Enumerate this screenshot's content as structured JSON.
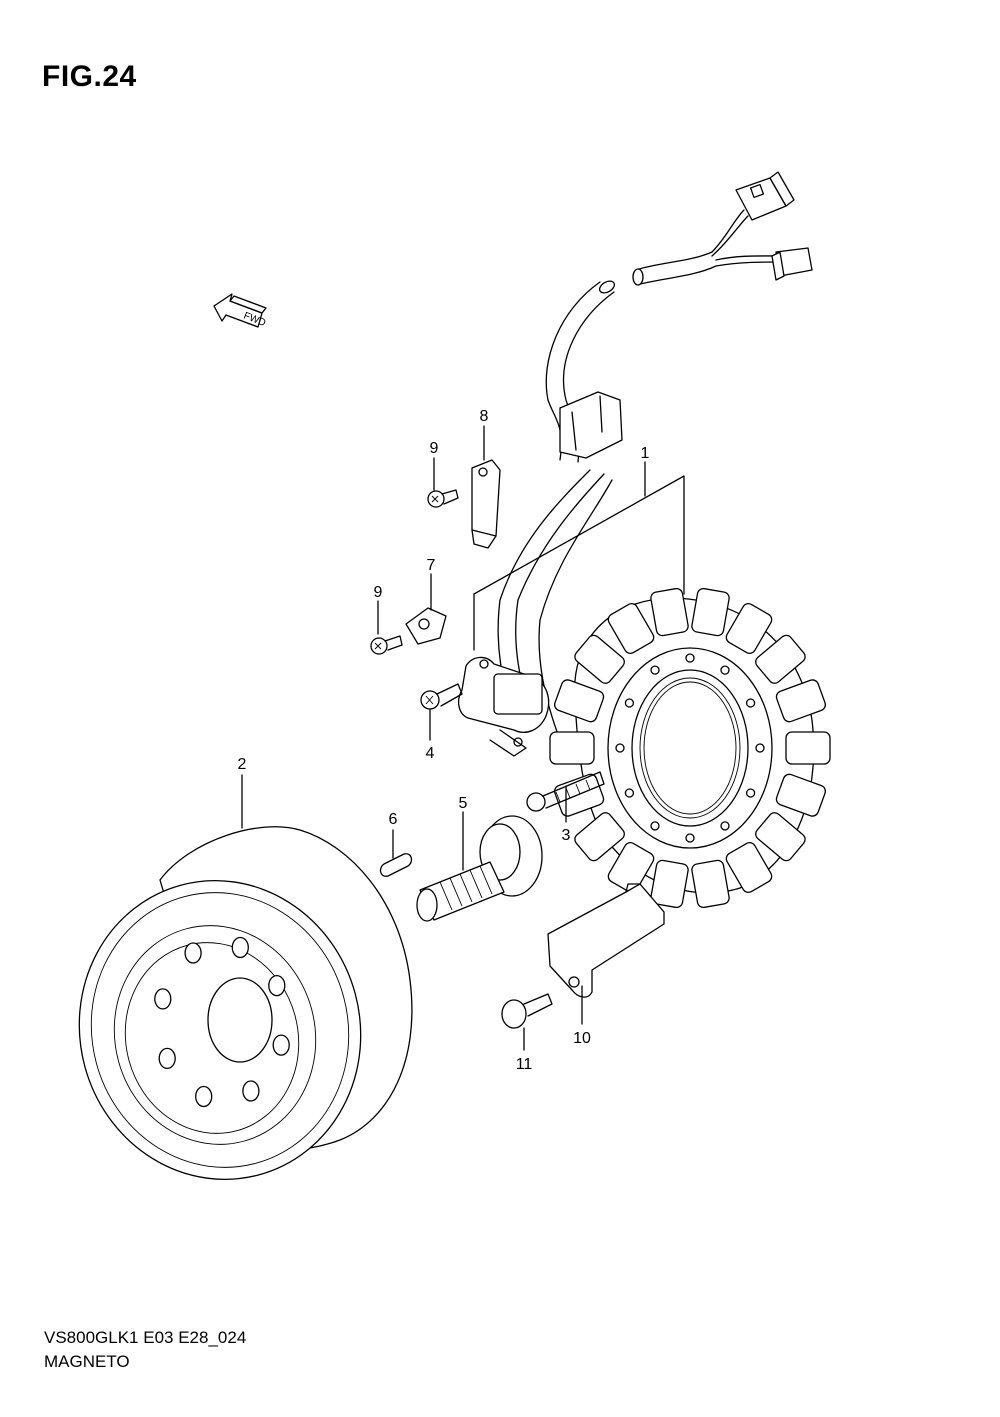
{
  "figure": {
    "title": "FIG.24",
    "model_code": "VS800GLK1 E03 E28_024",
    "section_name": "MAGNETO",
    "direction_label": "FWD"
  },
  "callouts": {
    "c1": "1",
    "c2": "2",
    "c3": "3",
    "c4": "4",
    "c5": "5",
    "c6": "6",
    "c7": "7",
    "c8": "8",
    "c9a": "9",
    "c9b": "9",
    "c10": "10",
    "c11": "11"
  }
}
